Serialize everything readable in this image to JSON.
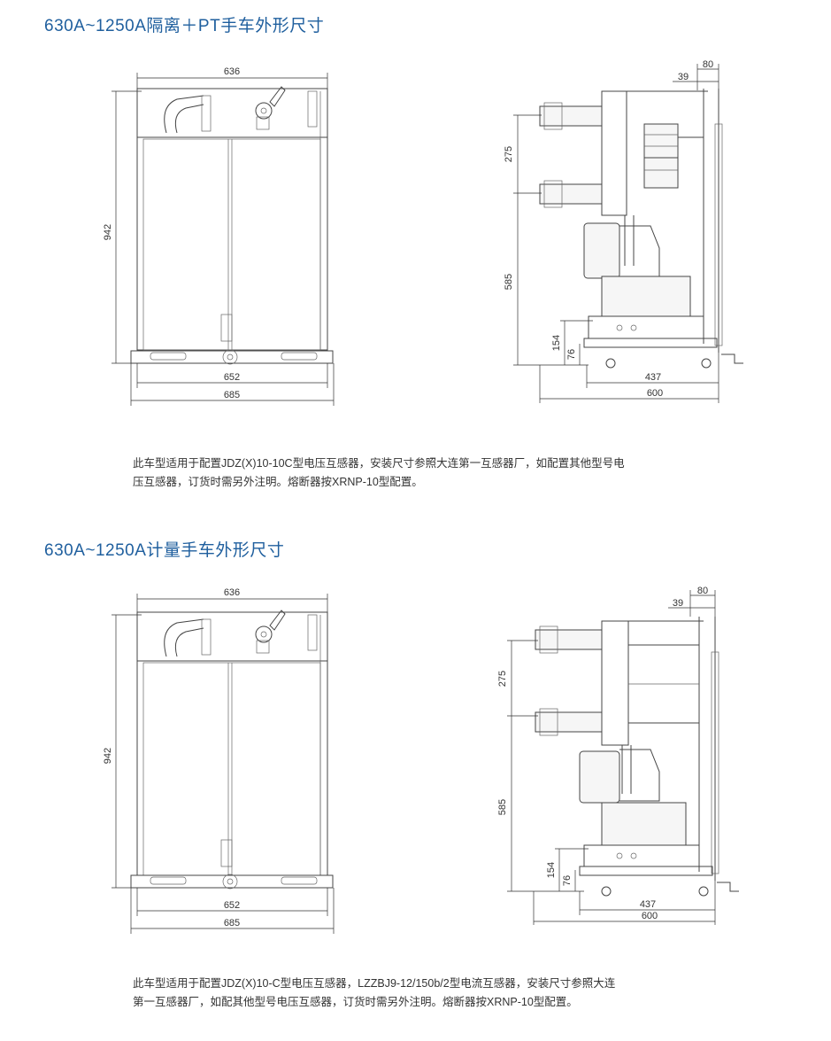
{
  "sections": [
    {
      "title": "630A~1250A隔离＋PT手车外形尺寸",
      "desc_lines": [
        "此车型适用于配置JDZ(X)10-10C型电压互感器，安装尺寸参照大连第一互感器厂，如配置其他型号电",
        "压互感器，订货时需另外注明。熔断器按XRNP-10型配置。"
      ],
      "front_dims": {
        "top": "636",
        "height": "942",
        "bottom1": "652",
        "bottom2": "685"
      },
      "side_dims": {
        "d275": "275",
        "d585": "585",
        "d154": "154",
        "d76": "76",
        "d437": "437",
        "d600": "600",
        "d39": "39",
        "d80": "80"
      }
    },
    {
      "title": "630A~1250A计量手车外形尺寸",
      "desc_lines": [
        "此车型适用于配置JDZ(X)10-C型电压互感器，LZZBJ9-12/150b/2型电流互感器，安装尺寸参照大连",
        "第一互感器厂，如配其他型号电压互感器，订货时需另外注明。熔断器按XRNP-10型配置。"
      ],
      "front_dims": {
        "top": "636",
        "height": "942",
        "bottom1": "652",
        "bottom2": "685"
      },
      "side_dims": {
        "d275": "275",
        "d585": "585",
        "d154": "154",
        "d76": "76",
        "d437": "437",
        "d600": "600",
        "d39": "39",
        "d80": "80"
      }
    }
  ],
  "colors": {
    "title": "#1f5f9e",
    "text": "#333333",
    "line": "#444444"
  }
}
